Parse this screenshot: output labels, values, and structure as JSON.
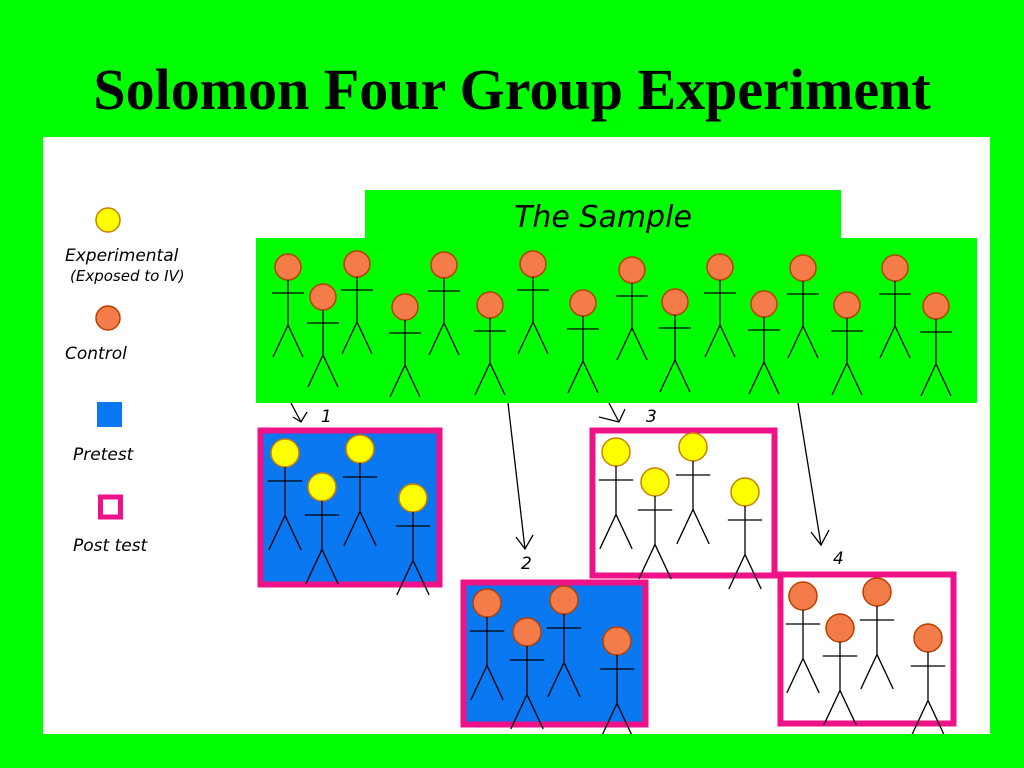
{
  "title": "Solomon Four Group Experiment",
  "sample_label": "The Sample",
  "legend": {
    "experimental_line1": "Experimental",
    "experimental_line2": "(Exposed to IV)",
    "control": "Control",
    "pretest": "Pretest",
    "posttest": "Post test"
  },
  "group_labels": [
    "1",
    "2",
    "3",
    "4"
  ],
  "groups": [
    {
      "label": "1",
      "person": "experimental",
      "pretest": true,
      "posttest": true
    },
    {
      "label": "2",
      "person": "control",
      "pretest": true,
      "posttest": true
    },
    {
      "label": "3",
      "person": "experimental",
      "pretest": false,
      "posttest": true
    },
    {
      "label": "4",
      "person": "control",
      "pretest": false,
      "posttest": true
    }
  ],
  "colors": {
    "background": "#00FF00",
    "experimental": "#FFFF00",
    "control": "#F47C48",
    "pretest": "#0A78F0",
    "posttest_border": "#EE1188",
    "panel": "#FFFFFF"
  }
}
